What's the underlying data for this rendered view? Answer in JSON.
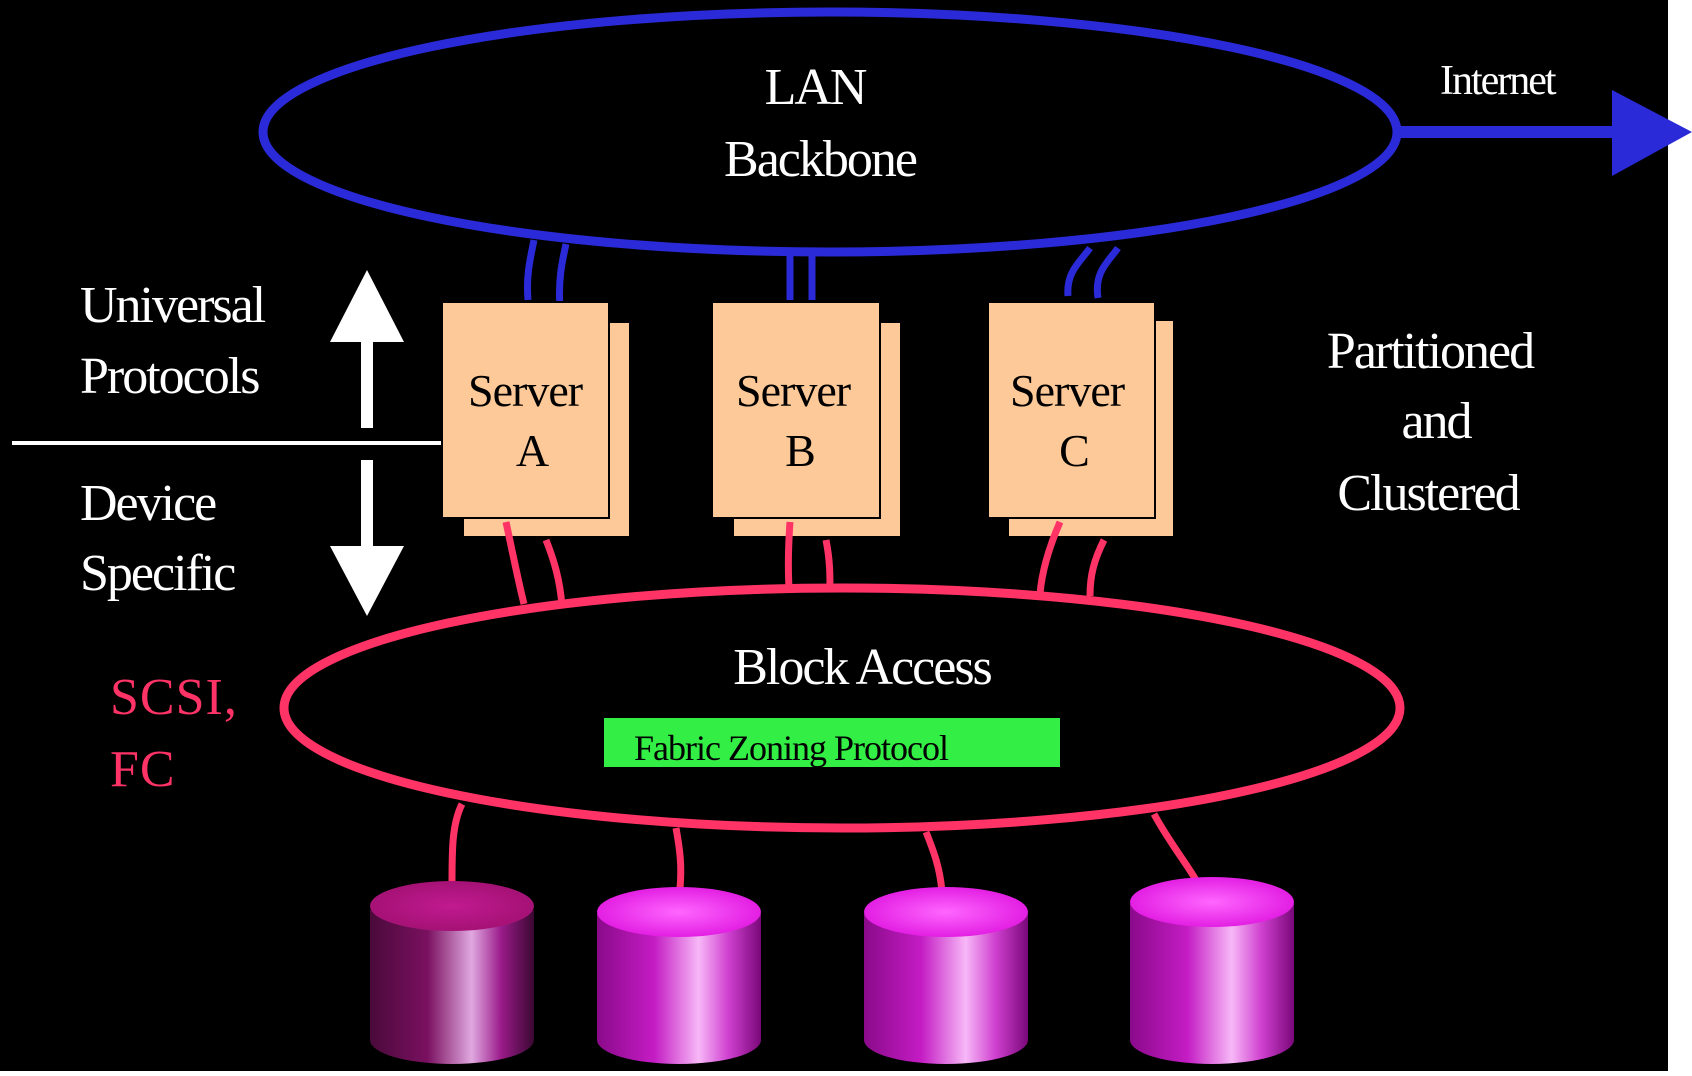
{
  "colors": {
    "background": "#000000",
    "lan": "#2a2ad8",
    "block": "#ff3366",
    "server_fill": "#fdc998",
    "zoning_bar": "#33ee44",
    "disk": "#cc11cc",
    "disk_highlight": "#ffccff",
    "text": "#ffffff"
  },
  "lan": {
    "line1": "LAN",
    "line2": "Backbone"
  },
  "internet_label": "Internet",
  "left_labels": {
    "upper_line1": "Universal",
    "upper_line2": "Protocols",
    "lower_line1": "Device",
    "lower_line2": "Specific"
  },
  "servers": [
    {
      "line1": "Server",
      "line2": "A"
    },
    {
      "line1": "Server",
      "line2": "B"
    },
    {
      "line1": "Server",
      "line2": "C"
    }
  ],
  "right_text": {
    "line1": "Partitioned",
    "line2": "and",
    "line3": "Clustered"
  },
  "block": {
    "label": "Block Access",
    "zoning": "Fabric Zoning Protocol"
  },
  "protocol_labels": {
    "line1": "SCSI,",
    "line2": "FC"
  },
  "disks": [
    "disk-1",
    "disk-2",
    "disk-3",
    "disk-4"
  ],
  "icons": {
    "up_arrow": "up-arrow-icon",
    "down_arrow": "down-arrow-icon",
    "internet_arrow": "right-arrow-icon",
    "disk": "storage-cylinder-icon"
  }
}
